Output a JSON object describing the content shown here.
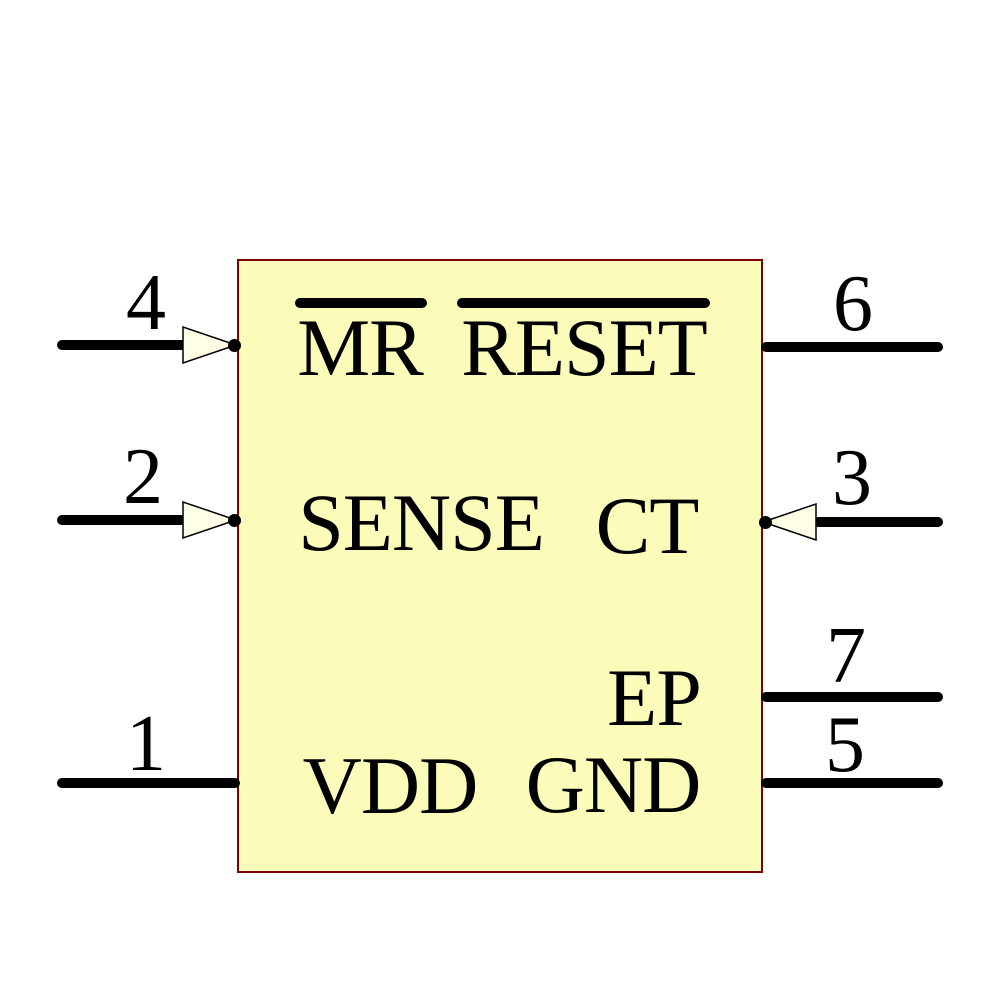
{
  "component": {
    "kind": "ic-schematic-symbol",
    "colors": {
      "body_fill": "#FCFCBA",
      "body_border": "#800000",
      "wire_color": "#000000",
      "arrow_fill": "#FFFFE8",
      "text_color": "#000000",
      "background": "#FFFFFF"
    },
    "labels": {
      "mr": "MR",
      "reset": "RESET",
      "sense": "SENSE",
      "ct": "CT",
      "ep": "EP",
      "vdd": "VDD",
      "gnd": "GND"
    },
    "pins": [
      {
        "number": "4",
        "name": "MR",
        "side": "left",
        "direction": "input",
        "active_low": true
      },
      {
        "number": "2",
        "name": "SENSE",
        "side": "left",
        "direction": "input",
        "active_low": false
      },
      {
        "number": "1",
        "name": "VDD",
        "side": "left",
        "direction": "passive",
        "active_low": false
      },
      {
        "number": "6",
        "name": "RESET",
        "side": "right",
        "direction": "output",
        "active_low": true
      },
      {
        "number": "3",
        "name": "CT",
        "side": "right",
        "direction": "input",
        "active_low": false
      },
      {
        "number": "7",
        "name": "EP",
        "side": "right",
        "direction": "passive",
        "active_low": false
      },
      {
        "number": "5",
        "name": "GND",
        "side": "right",
        "direction": "passive",
        "active_low": false
      }
    ]
  }
}
